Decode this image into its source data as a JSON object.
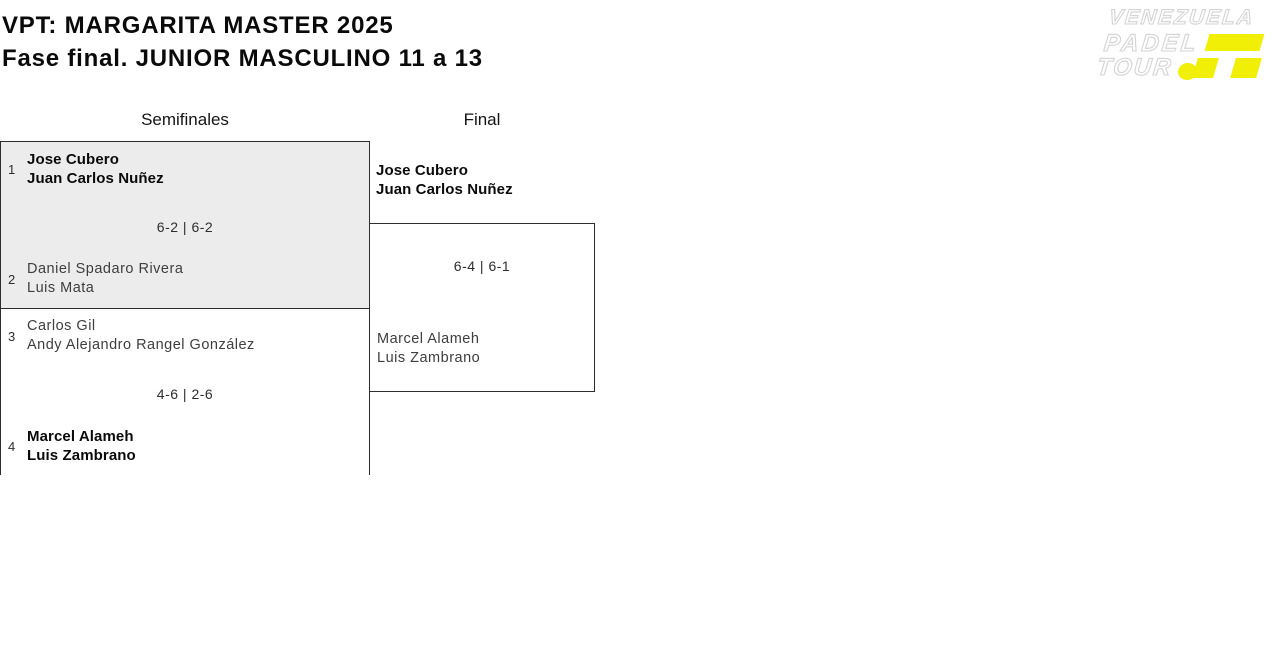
{
  "header": {
    "title_line1": "VPT: MARGARITA MASTER 2025",
    "title_line2": "Fase final. JUNIOR MASCULINO 11 a 13"
  },
  "logo": {
    "line1": "VENEZUELA",
    "line2": "PADEL",
    "line3": "TOUR"
  },
  "bracket": {
    "round_headers": [
      "Semifinales",
      "Final"
    ],
    "semifinals": [
      {
        "team1": {
          "seed": "1",
          "players": [
            "Jose Cubero",
            "Juan Carlos Nuñez"
          ],
          "winner": true
        },
        "score": "6-2 | 6-2",
        "team2": {
          "seed": "2",
          "players": [
            "Daniel Spadaro Rivera",
            "Luis Mata"
          ],
          "winner": false
        }
      },
      {
        "team1": {
          "seed": "3",
          "players": [
            "Carlos Gil",
            "Andy Alejandro Rangel González"
          ],
          "winner": false
        },
        "score": "4-6 | 2-6",
        "team2": {
          "seed": "4",
          "players": [
            "Marcel Alameh",
            "Luis Zambrano"
          ],
          "winner": true
        }
      }
    ],
    "final": {
      "team1": {
        "players": [
          "Jose Cubero",
          "Juan Carlos Nuñez"
        ],
        "winner": true
      },
      "score": "6-4 | 6-1",
      "team2": {
        "players": [
          "Marcel Alameh",
          "Luis Zambrano"
        ],
        "winner": false
      }
    }
  },
  "colors": {
    "accent_yellow": "#F1EF06",
    "highlight_match_bg": "#ECECEC",
    "border": "#2D2D2D"
  }
}
